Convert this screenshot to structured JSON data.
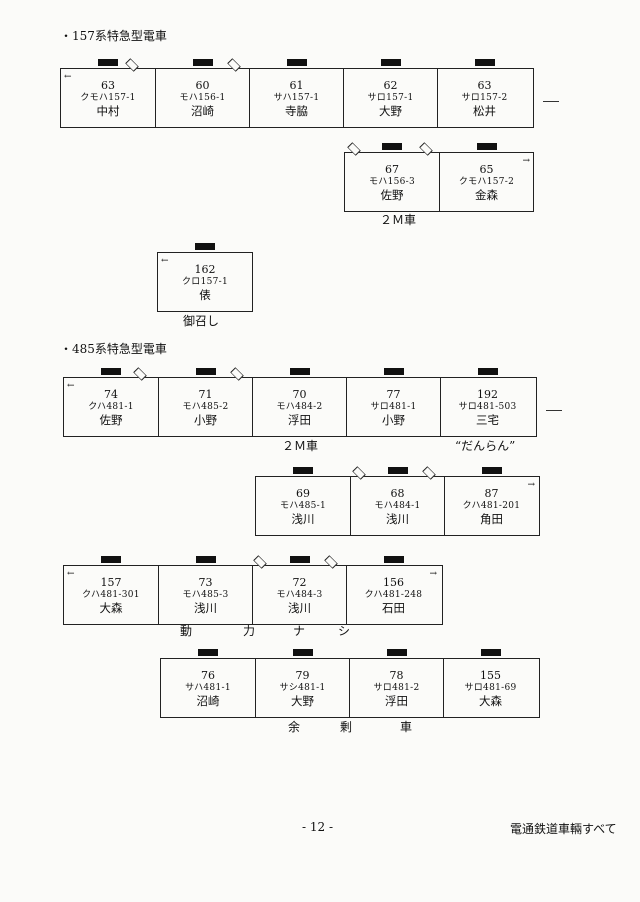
{
  "section1_title": "・157系特急型電車",
  "section2_title": "・485系特急型電車",
  "trains": [
    {
      "id": "t157a",
      "cars": [
        {
          "number": "63",
          "type": "クモハ157-1",
          "depot": "中村"
        },
        {
          "number": "60",
          "type": "モハ156-1",
          "depot": "沼崎"
        },
        {
          "number": "61",
          "type": "サハ157-1",
          "depot": "寺脇"
        },
        {
          "number": "62",
          "type": "サロ157-1",
          "depot": "大野"
        },
        {
          "number": "63",
          "type": "サロ157-2",
          "depot": "松井"
        }
      ]
    },
    {
      "id": "t157b",
      "cars": [
        {
          "number": "67",
          "type": "モハ156-3",
          "depot": "佐野"
        },
        {
          "number": "65",
          "type": "クモハ157-2",
          "depot": "金森"
        }
      ]
    },
    {
      "id": "t157c",
      "cars": [
        {
          "number": "162",
          "type": "クロ157-1",
          "depot": "俵"
        }
      ]
    },
    {
      "id": "t485a",
      "cars": [
        {
          "number": "74",
          "type": "クハ481-1",
          "depot": "佐野"
        },
        {
          "number": "71",
          "type": "モハ485-2",
          "depot": "小野"
        },
        {
          "number": "70",
          "type": "モハ484-2",
          "depot": "浮田"
        },
        {
          "number": "77",
          "type": "サロ481-1",
          "depot": "小野"
        },
        {
          "number": "192",
          "type": "サロ481-503",
          "depot": "三宅"
        }
      ]
    },
    {
      "id": "t485b",
      "cars": [
        {
          "number": "69",
          "type": "モハ485-1",
          "depot": "浅川"
        },
        {
          "number": "68",
          "type": "モハ484-1",
          "depot": "浅川"
        },
        {
          "number": "87",
          "type": "クハ481-201",
          "depot": "角田"
        }
      ]
    },
    {
      "id": "t485c",
      "cars": [
        {
          "number": "157",
          "type": "クハ481-301",
          "depot": "大森"
        },
        {
          "number": "73",
          "type": "モハ485-3",
          "depot": "浅川"
        },
        {
          "number": "72",
          "type": "モハ484-3",
          "depot": "浅川"
        },
        {
          "number": "156",
          "type": "クハ481-248",
          "depot": "石田"
        }
      ]
    },
    {
      "id": "t485d",
      "cars": [
        {
          "number": "76",
          "type": "サハ481-1",
          "depot": "沼崎"
        },
        {
          "number": "79",
          "type": "サシ481-1",
          "depot": "大野"
        },
        {
          "number": "78",
          "type": "サロ481-2",
          "depot": "浮田"
        },
        {
          "number": "155",
          "type": "サロ481-69",
          "depot": "大森"
        }
      ]
    }
  ],
  "notes": {
    "n2m_1": "２Ｍ車",
    "goshin": "御召し",
    "danran": "“だんらん”",
    "n2m_2": "２Ｍ車",
    "douryoku": [
      "動",
      "力",
      "ナ",
      "シ"
    ],
    "yojou": [
      "余",
      "剰",
      "車"
    ]
  },
  "footer": {
    "page": "- 12 -",
    "title": "電通鉄道車輛すべて"
  }
}
